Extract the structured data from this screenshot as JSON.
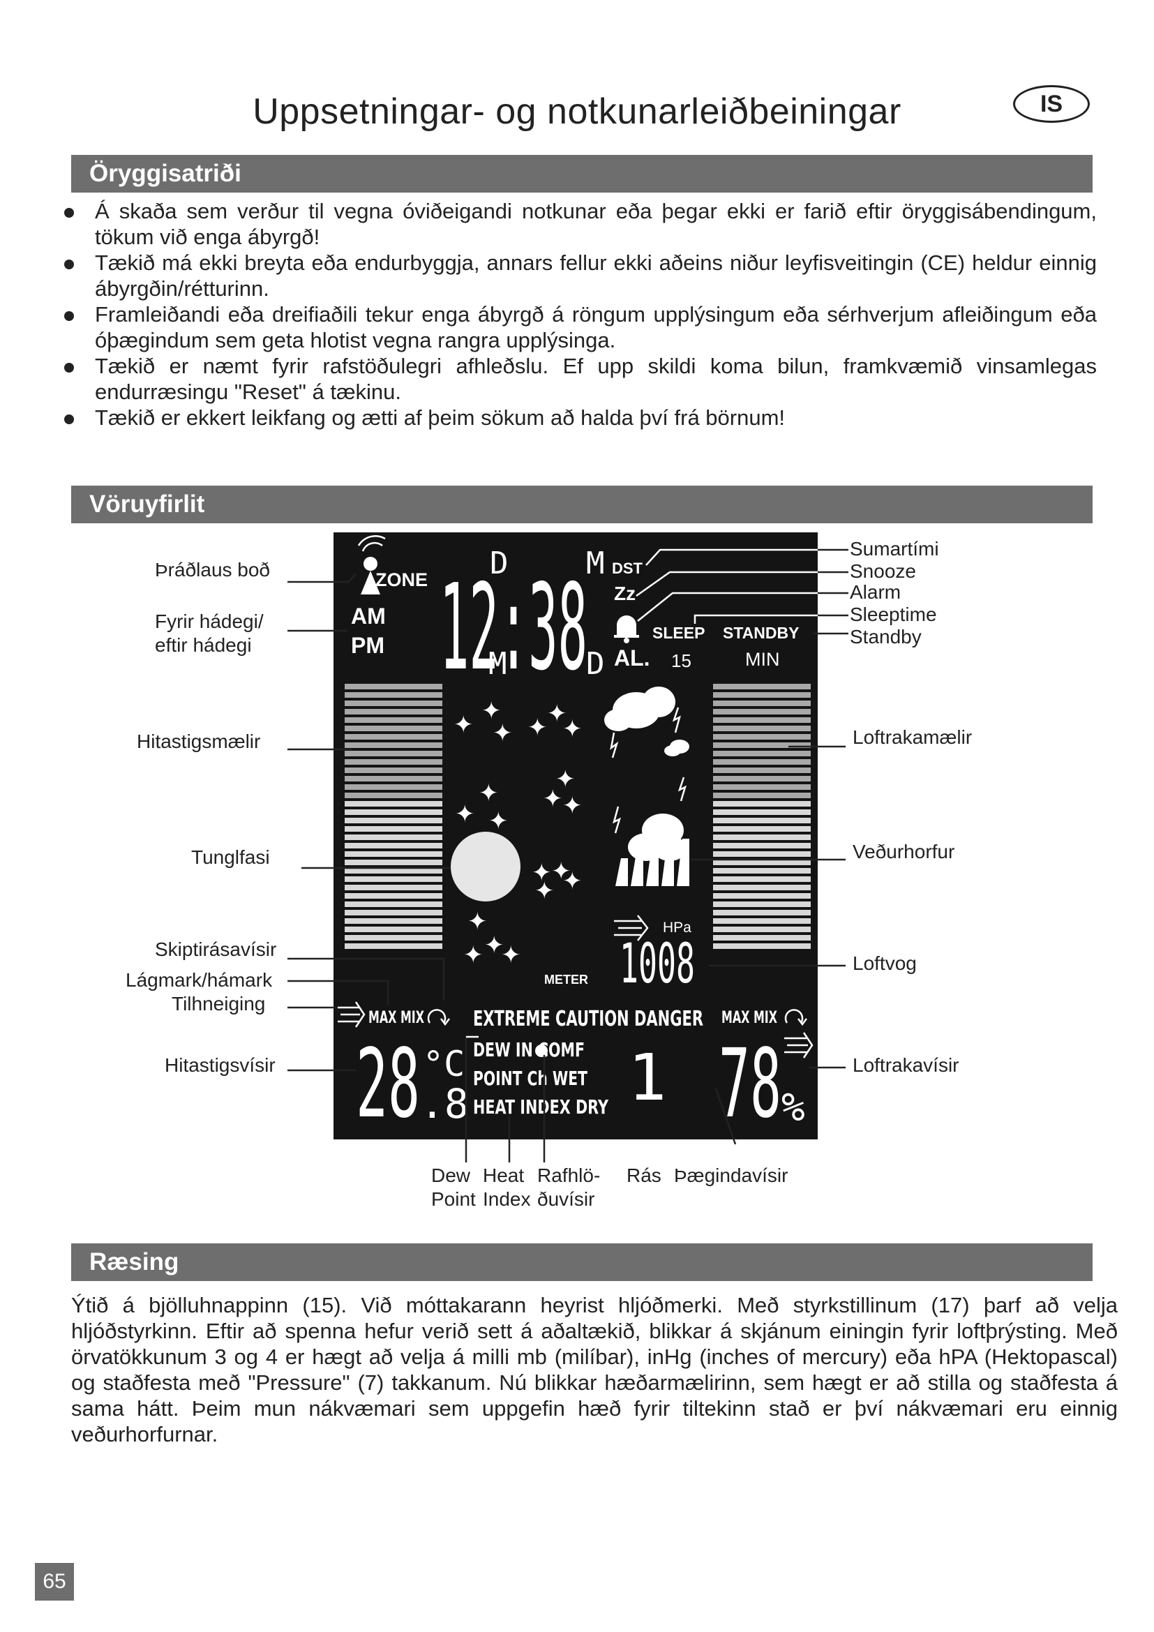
{
  "header": {
    "title": "Uppsetningar- og notkunarleiðbeiningar",
    "lang_badge": "IS"
  },
  "safety": {
    "heading": "Öryggisatriði",
    "items": [
      "Á skaða sem verður til vegna óviðeigandi notkunar eða þegar ekki er farið eftir öryggisábendingum, tökum við enga ábyrgð!",
      "Tækið má ekki breyta eða endurbyggja, annars fellur ekki aðeins niður leyfisveitingin (CE) heldur einnig ábyrgðin/rétturinn.",
      "Framleiðandi eða dreifiaðili tekur enga ábyrgð á röngum upplýsingum eða sérhverjum afleiðingum eða óþægindum sem geta hlotist vegna rangra upplýsinga.",
      "Tækið er næmt fyrir rafstöðulegri afhleðslu. Ef upp skildi koma bilun, framkvæmið vinsamlegas endurræsingu \"Reset\" á tækinu.",
      "Tækið er ekkert leikfang og ætti af þeim sökum að halda því frá börnum!"
    ]
  },
  "overview": {
    "heading": "Vöruyfirlit",
    "labels_left": {
      "radio_signal": "Þráðlaus boð",
      "am_pm_1": "Fyrir hádegi/",
      "am_pm_2": "eftir hádegi",
      "thermometer": "Hitastigsmælir",
      "moon_phase": "Tunglfasi",
      "trend_indicator": "Skiptirásavísir",
      "min_max": "Lágmark/hámark",
      "tendency": "Tilhneiging",
      "temp_indicator": "Hitastigsvísir"
    },
    "labels_right": {
      "dst": "Sumartími",
      "snooze": "Snooze",
      "alarm": "Alarm",
      "sleeptime": "Sleeptime",
      "standby": "Standby",
      "barometer_bar": "Loftrakamælir",
      "forecast": "Veðurhorfur",
      "barometer": "Loftvog",
      "humidity_indicator": "Loftrakavísir"
    },
    "labels_bottom": {
      "dew_1": "Dew",
      "dew_2": "Point",
      "heat_1": "Heat",
      "heat_2": "Index",
      "battery_1": "Rafhlö-",
      "battery_2": "ðuvísir",
      "channel": "Rás",
      "comfort": "Þægindavísir"
    },
    "lcd": {
      "zone": "ZONE",
      "am": "AM",
      "pm": "PM",
      "time": "12:38",
      "d_top": "D",
      "m_top": "M",
      "m_bottom": "M",
      "d_bottom": "D",
      "dst": "DST",
      "zz": "Zz",
      "al": "AL.",
      "sleep": "SLEEP",
      "standby": "STANDBY",
      "sleep_value": "15",
      "min": "MIN",
      "hpa": "HPa",
      "pressure": "1008",
      "meter": "METER",
      "max_mix_left": "MAX MIX",
      "max_mix_right": "MAX MIX",
      "caution_line": "EXTREME CAUTION DANGER",
      "dew_row": "DEW IN COMF",
      "point_row": "POINT Ch WET",
      "heat_row": "HEAT INDEX DRY",
      "temperature": "28",
      "temp_decimal": ".8",
      "temp_unit": "°C",
      "channel": "1",
      "humidity": "78",
      "humidity_unit": "%"
    }
  },
  "startup": {
    "heading": "Ræsing",
    "text": "Ýtið á bjölluhnappinn (15). Við móttakarann heyrist hljóðmerki. Með styrkstillinum (17) þarf að velja hljóðstyrkinn. Eftir að spenna hefur verið sett á aðaltækið, blikkar á skjánum einingin fyrir loftþrýsting. Með örvatökkunum 3 og 4 er hægt að velja á milli mb (milíbar), inHg (inches of mercury) eða hPA (Hektopascal) og staðfesta með \"Pressure\" (7) takkanum. Nú blikkar hæðarmælirinn, sem hægt er að stilla og staðfesta á sama hátt. Þeim mun nákvæmari sem uppgefin hæð fyrir tiltekinn stað er því nákvæmari eru einnig veðurhorfurnar."
  },
  "footer": {
    "page_number": "65"
  }
}
